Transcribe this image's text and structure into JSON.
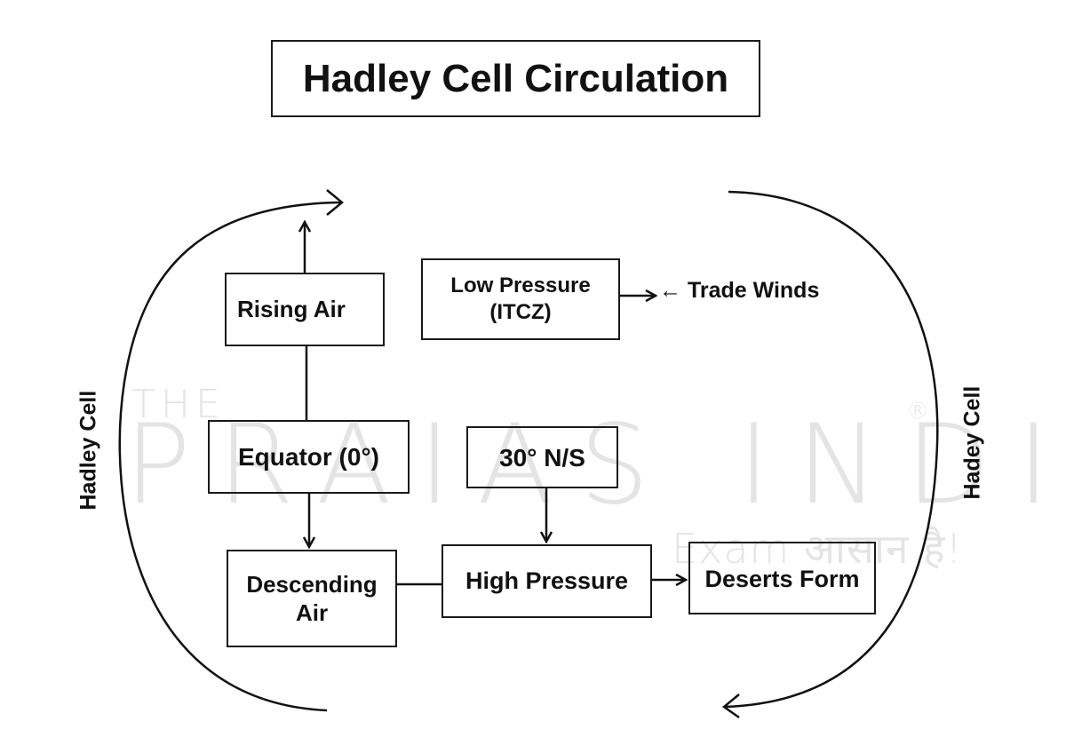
{
  "title": "Hadley Cell Circulation",
  "boxes": {
    "rising_air": "Rising Air",
    "low_pressure_line1": "Low Pressure",
    "low_pressure_line2": "(ITCZ)",
    "equator": "Equator (0°)",
    "thirty_ns": "30° N/S",
    "descending_line1": "Descending",
    "descending_line2": "Air",
    "high_pressure": "High Pressure",
    "deserts_form": "Deserts Form"
  },
  "trade_winds": "← Trade Winds",
  "side_labels": {
    "left": "Hadley Cell",
    "right": "Hadey Cell"
  },
  "watermark": {
    "prefix": "THE",
    "main": "PRAIAS INDIA",
    "tagline": "Exam आसान है!",
    "registered": "®"
  },
  "colors": {
    "stroke": "#111111",
    "background": "#ffffff",
    "watermark": "#e4e4e4"
  }
}
